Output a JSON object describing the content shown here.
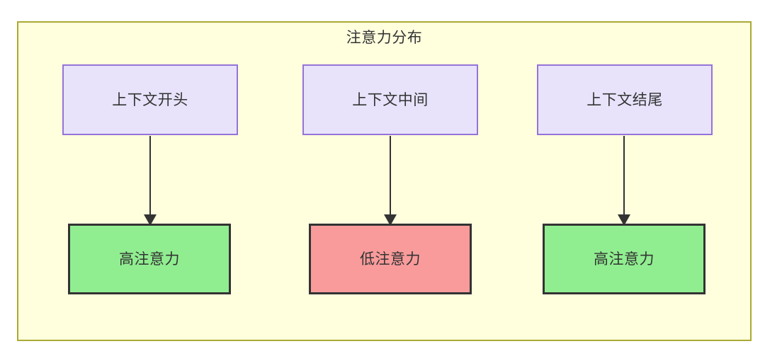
{
  "diagram": {
    "title": "注意力分布",
    "container_fill": "#ffffde",
    "container_border": "#aaaa33",
    "nodes": {
      "context": [
        {
          "id": "ctx-0",
          "label": "上下文开头",
          "fill": "#e8e3fb",
          "border": "#9573d8"
        },
        {
          "id": "ctx-1",
          "label": "上下文中间",
          "fill": "#e8e3fb",
          "border": "#9573d8"
        },
        {
          "id": "ctx-2",
          "label": "上下文结尾",
          "fill": "#e8e3fb",
          "border": "#9573d8"
        }
      ],
      "attention": [
        {
          "id": "attn-0",
          "label": "高注意力",
          "level": "high",
          "fill": "#90ee90",
          "border": "#333333"
        },
        {
          "id": "attn-1",
          "label": "低注意力",
          "level": "low",
          "fill": "#f99b9b",
          "border": "#333333"
        },
        {
          "id": "attn-2",
          "label": "高注意力",
          "level": "high",
          "fill": "#90ee90",
          "border": "#333333"
        }
      ]
    },
    "edges": [
      {
        "id": "edge-0",
        "from": "ctx-0",
        "to": "attn-0"
      },
      {
        "id": "edge-1",
        "from": "ctx-1",
        "to": "attn-1"
      },
      {
        "id": "edge-2",
        "from": "ctx-2",
        "to": "attn-2"
      }
    ],
    "edge_color": "#333333"
  }
}
